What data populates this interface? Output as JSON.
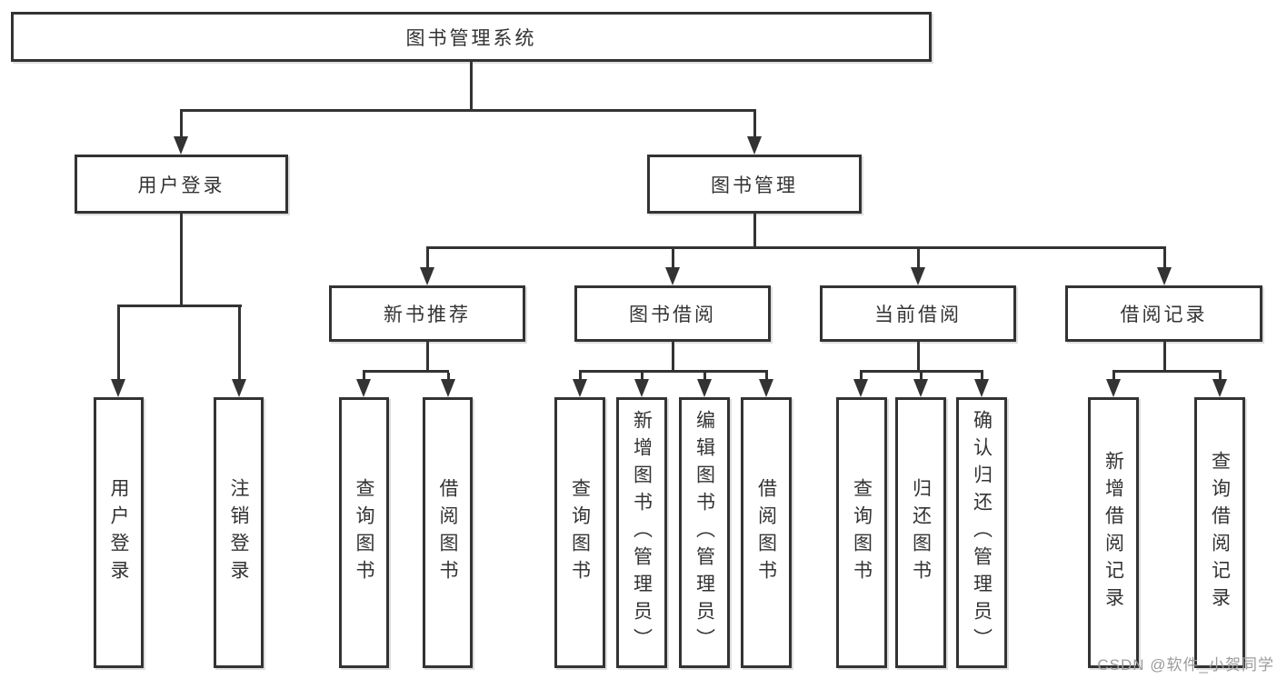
{
  "diagram": {
    "type": "feature-tree",
    "colors": {
      "background": "#ffffff",
      "line": "#333333",
      "box_border": "#333333",
      "text": "#333333",
      "watermark": "#9b9b9b"
    },
    "nodes": {
      "root": "图书管理系统",
      "user_login": {
        "label": "用户登录",
        "children": [
          "用户登录",
          "注销登录"
        ]
      },
      "book_mgmt": {
        "label": "图书管理"
      },
      "new_book": {
        "label": "新书推荐",
        "children": [
          "查询图书",
          "借阅图书"
        ]
      },
      "borrow": {
        "label": "图书借阅",
        "children": [
          "查询图书",
          "新增图书（管理员）",
          "编辑图书（管理员）",
          "借阅图书"
        ]
      },
      "current": {
        "label": "当前借阅",
        "children": [
          "查询图书",
          "归还图书",
          "确认归还（管理员）"
        ]
      },
      "records": {
        "label": "借阅记录",
        "children": [
          "新增借阅记录",
          "查询借阅记录"
        ]
      }
    },
    "watermark": "CSDN @软件_小贺同学"
  }
}
